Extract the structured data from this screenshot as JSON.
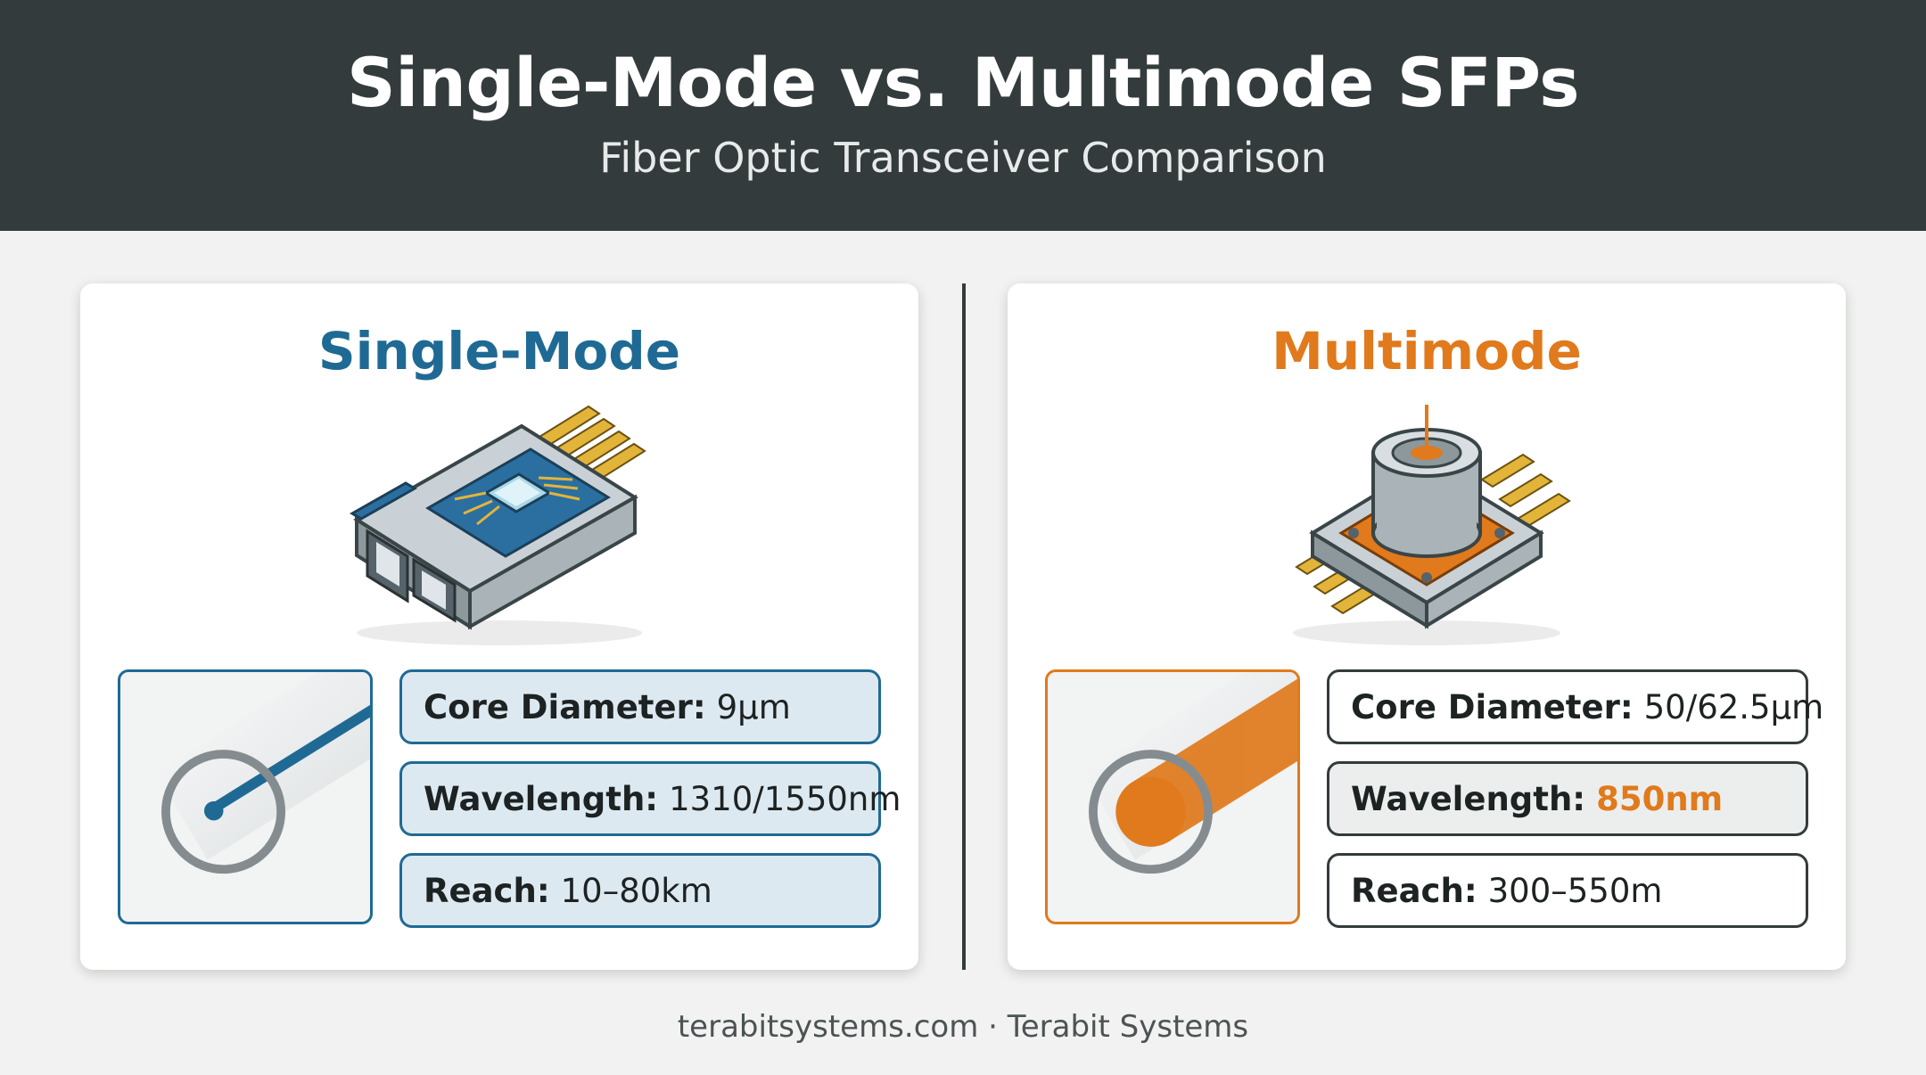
{
  "header": {
    "title": "Single-Mode vs. Multimode SFPs",
    "subtitle": "Fiber Optic Transceiver Comparison"
  },
  "single_mode": {
    "title": "Single-Mode",
    "accent": "#1f6a94",
    "device_icon": "sfp-transceiver-module-icon",
    "fiber_icon": "thin-core-fiber-icon",
    "specs": [
      {
        "label": "Core Diameter:",
        "value": "9µm"
      },
      {
        "label": "Wavelength:",
        "value": "1310/1550nm"
      },
      {
        "label": "Reach:",
        "value": "10–80km"
      }
    ]
  },
  "multimode": {
    "title": "Multimode",
    "accent": "#e07a1c",
    "device_icon": "vcsel-laser-component-icon",
    "fiber_icon": "wide-core-fiber-icon",
    "specs": [
      {
        "label": "Core Diameter:",
        "value": "50/62.5µm"
      },
      {
        "label": "Wavelength:",
        "value": "850nm"
      },
      {
        "label": "Reach:",
        "value": "300–550m"
      }
    ]
  },
  "footer": {
    "text": "terabitsystems.com · Terabit Systems"
  }
}
